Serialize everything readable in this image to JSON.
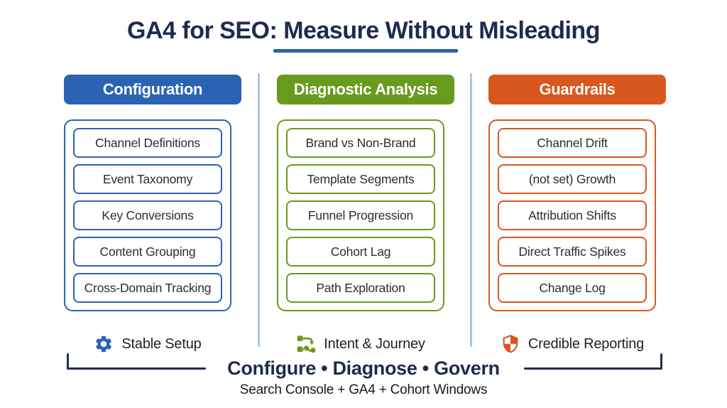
{
  "title": {
    "text": "GA4 for SEO: Measure Without Misleading"
  },
  "columns": [
    {
      "title": "Configuration",
      "color": "#2b63b2",
      "items": [
        "Channel Definitions",
        "Event Taxonomy",
        "Key Conversions",
        "Content Grouping",
        "Cross-Domain Tracking"
      ],
      "footer": {
        "icon": "gear-icon",
        "label": "Stable Setup"
      }
    },
    {
      "title": "Diagnostic Analysis",
      "color": "#6a9a1d",
      "items": [
        "Brand vs Non-Brand",
        "Template Segments",
        "Funnel Progression",
        "Cohort Lag",
        "Path Exploration"
      ],
      "footer": {
        "icon": "journey-icon",
        "label": "Intent & Journey"
      }
    },
    {
      "title": "Guardrails",
      "color": "#d8571e",
      "items": [
        "Channel Drift",
        "(not set) Growth",
        "Attribution Shifts",
        "Direct Traffic Spikes",
        "Change Log"
      ],
      "footer": {
        "icon": "shield-icon",
        "label": "Credible Reporting"
      }
    }
  ],
  "banner": {
    "main": "Configure • Diagnose • Govern",
    "sub": "Search Console + GA4 + Cohort Windows"
  },
  "colors": {
    "title_navy": "#1e2b4f",
    "underline_blue": "#2a61ad",
    "divider_blue": "#a9c4e6",
    "bracket_navy": "#1f2c4e",
    "card_text": "#2d2d2d"
  }
}
